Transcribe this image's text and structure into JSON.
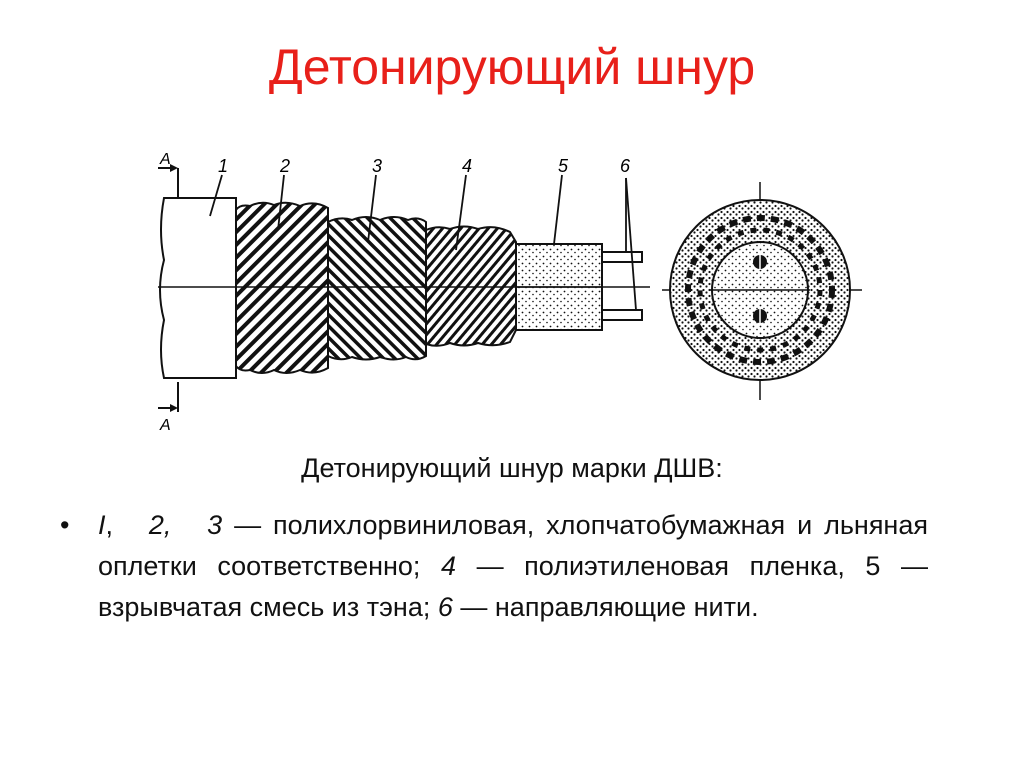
{
  "slide": {
    "title": "Детонирующий шнур",
    "caption": "Детонирующий шнур марки ДШВ:",
    "bullet_symbol": "•",
    "bullet": {
      "n1": "I",
      "sep1": ",",
      "n2": "2,",
      "n3": "3",
      "t1": " — полихлорвиниловая, хлопчатобумажная и льняная оплетки соответственно; ",
      "n4": "4",
      "t2": " — полиэтиленовая пленка, 5 — взрывчатая смесь из тэна; ",
      "n6": "6",
      "t3": " — направляющие нити."
    }
  },
  "diagram": {
    "labels": [
      "1",
      "2",
      "3",
      "4",
      "5",
      "6"
    ],
    "section_mark": "А",
    "colors": {
      "title": "#e8201a",
      "ink": "#111111"
    }
  }
}
